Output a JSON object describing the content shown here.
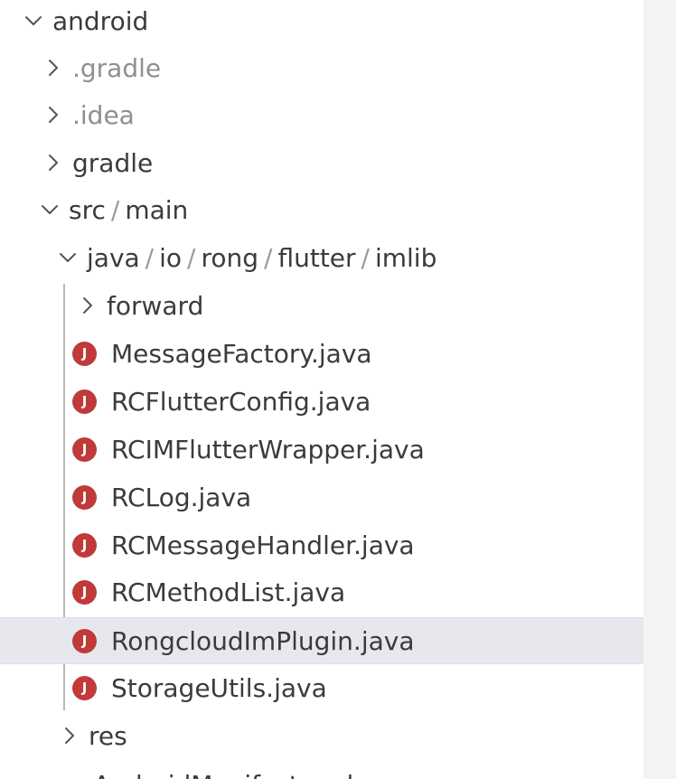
{
  "tree": {
    "root": {
      "label": "android"
    },
    "dot_gradle": {
      "label": ".gradle"
    },
    "dot_idea": {
      "label": ".idea"
    },
    "gradle": {
      "label": "gradle"
    },
    "src_main": {
      "segments": [
        "src",
        "main"
      ]
    },
    "java_pkg": {
      "segments": [
        "java",
        "io",
        "rong",
        "flutter",
        "imlib"
      ]
    },
    "forward": {
      "label": "forward"
    },
    "files": [
      {
        "label": "MessageFactory.java",
        "icon": "java-icon"
      },
      {
        "label": "RCFlutterConfig.java",
        "icon": "java-icon"
      },
      {
        "label": "RCIMFlutterWrapper.java",
        "icon": "java-icon"
      },
      {
        "label": "RCLog.java",
        "icon": "java-icon"
      },
      {
        "label": "RCMessageHandler.java",
        "icon": "java-icon"
      },
      {
        "label": "RCMethodList.java",
        "icon": "java-icon"
      },
      {
        "label": "RongcloudImPlugin.java",
        "icon": "java-icon",
        "selected": true
      },
      {
        "label": "StorageUtils.java",
        "icon": "java-icon"
      }
    ],
    "res": {
      "label": "res"
    },
    "manifest": {
      "label": "AndroidManifest.xml",
      "icon": "xml-icon"
    },
    "separator": "/",
    "java_icon_letter": "J"
  },
  "colors": {
    "java_icon": "#c03a3a",
    "selected_row": "#e7e8ee",
    "text": "#3b3b3b",
    "dim_text": "#8f8f8f"
  }
}
